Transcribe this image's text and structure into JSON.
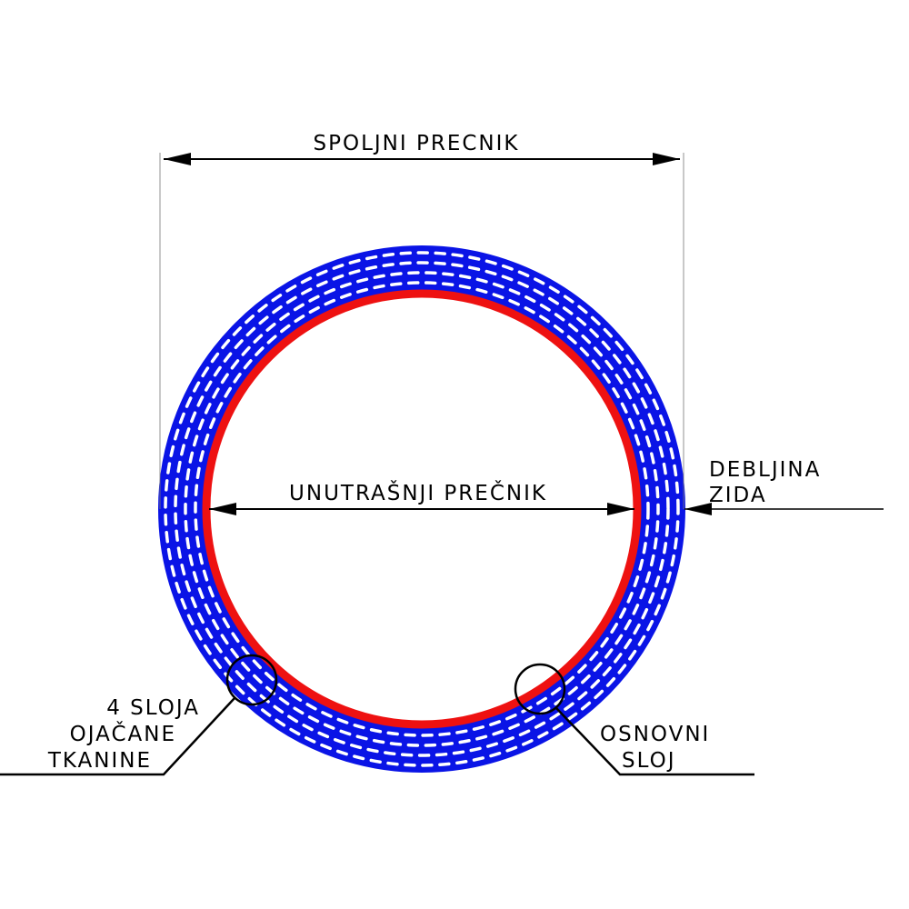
{
  "labels": {
    "outer_diameter": "SPOLJNI PRECNIK",
    "inner_diameter": "UNUTRAŠNJI PREČNIK",
    "wall_thickness": [
      "DEBLJINA",
      "ZIDA"
    ],
    "reinforcement": [
      "4 SLOJA",
      "OJAČANE",
      "TKANINE"
    ],
    "base_layer": [
      "OSNOVNI",
      "SLOJ"
    ]
  },
  "colors": {
    "outer_layer": "#0a14e6",
    "inner_layer": "#ee1111",
    "reinforcement": "#ffffff",
    "lines": "#000000"
  }
}
